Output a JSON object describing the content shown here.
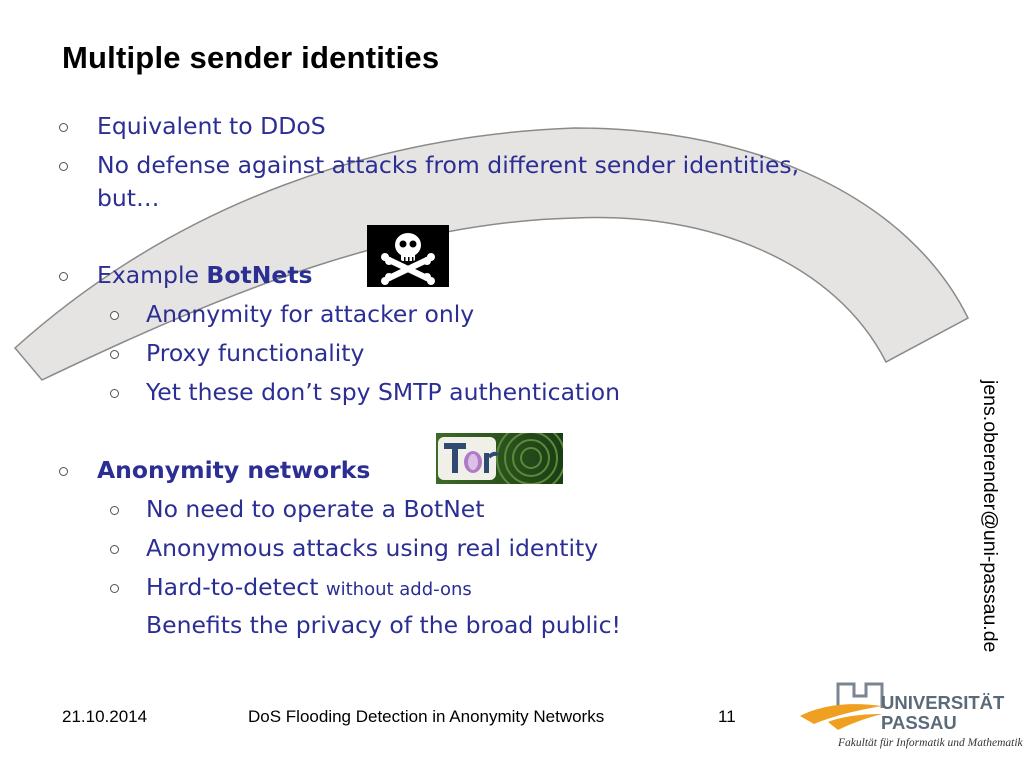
{
  "slide": {
    "title": "Multiple sender identities",
    "bullets": {
      "b1": "Equivalent to DDoS",
      "b2_line1": "No defense against attacks from different sender identities,",
      "b2_line2": "but…",
      "b3_prefix": "Example ",
      "b3_bold": "BotNets",
      "b3_sub1": "Anonymity for attacker only",
      "b3_sub2": "Proxy functionality",
      "b3_sub3": "Yet these don’t spy SMTP authentication",
      "b4_bold": "Anonymity networks",
      "b4_sub1": "No need to operate a BotNet",
      "b4_sub2": "Anonymous attacks using real identity",
      "b4_sub3_main": "Hard-to-detect ",
      "b4_sub3_small": "without add-ons",
      "b4_sub4_arrow": "",
      "b4_sub4": "Benefits the privacy of the broad public!"
    },
    "icons": {
      "botnet": "skull-crossbones-icon",
      "anonymity": "tor-logo"
    }
  },
  "footer": {
    "date": "21.10.2014",
    "title": "DoS Flooding Detection in Anonymity Networks",
    "page": "11"
  },
  "sidebar": {
    "email": "jens.oberender@uni-passau.de"
  },
  "university": {
    "line1": "UNIVERSITÄT",
    "line2": "PASSAU",
    "faculty": "Fakultät für Informatik und Mathematik"
  },
  "colors": {
    "bullet_text": "#2b2e93",
    "arc_fill": "#e6e4e2",
    "arc_stroke": "#8a8a8a",
    "logo_orange": "#f0a020"
  }
}
